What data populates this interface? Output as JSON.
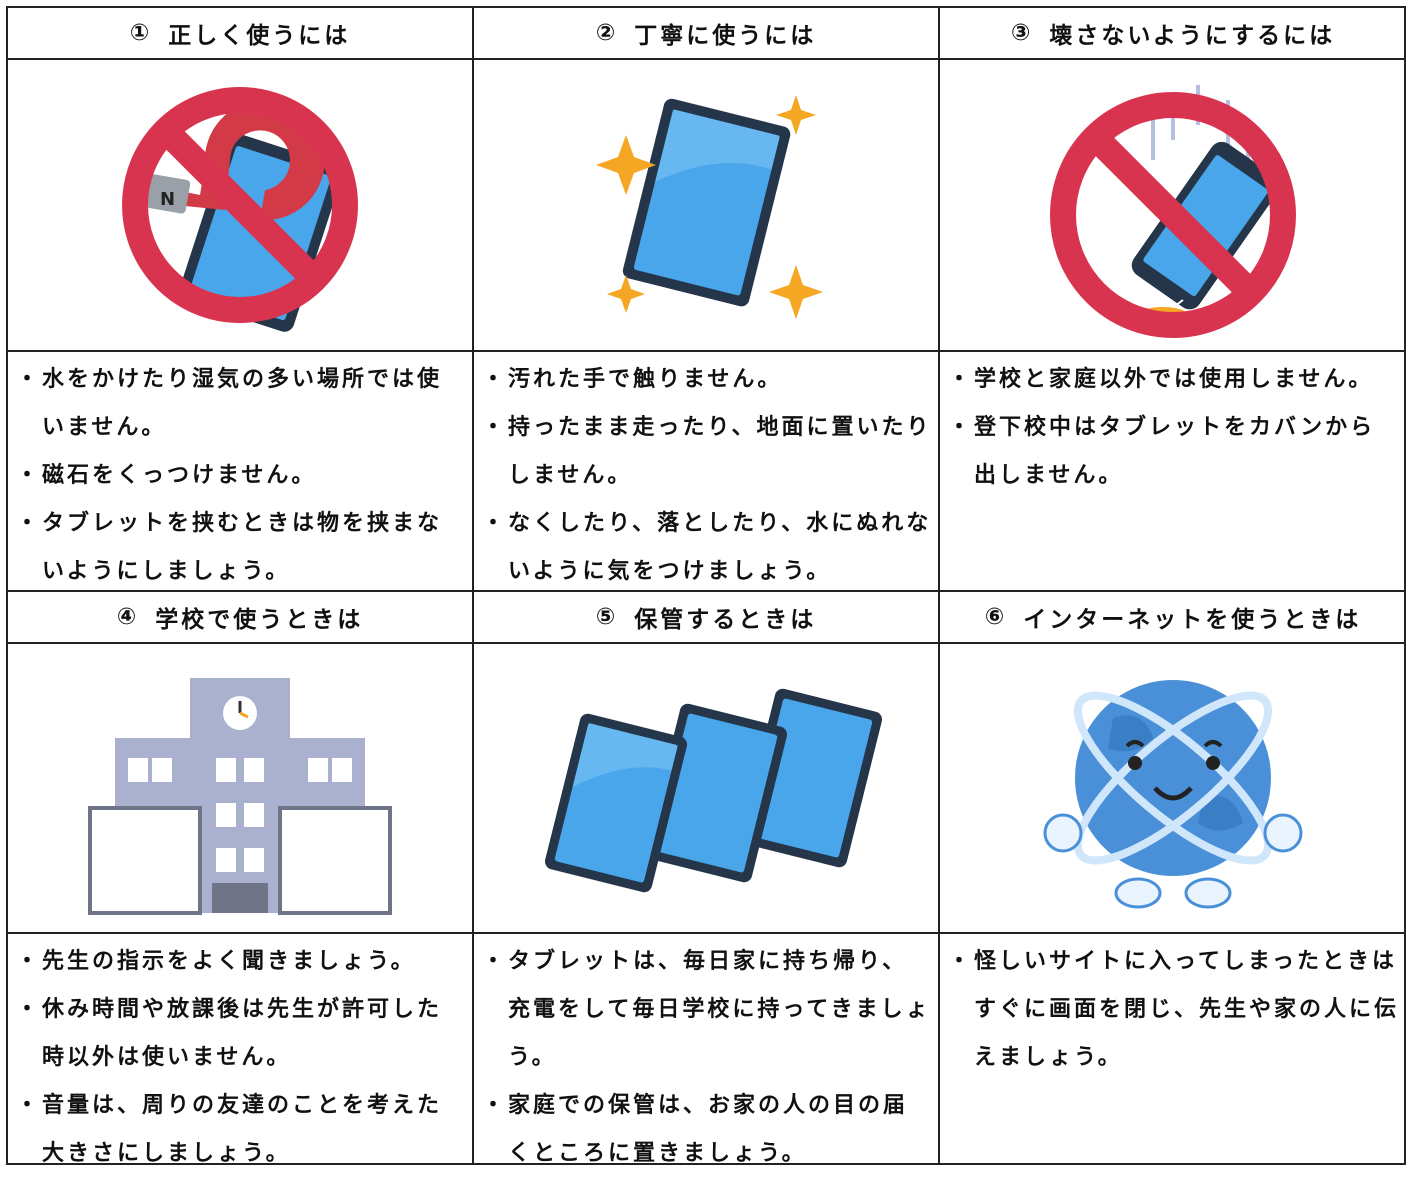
{
  "sections": [
    {
      "number": "①",
      "title": "正しく使うには",
      "image_icon": "no-magnet-on-tablet-icon",
      "bullets": [
        "水をかけたり湿気の多い場所では使いません。",
        "磁石をくっつけません。",
        "タブレットを挟むときは物を挟まないようにしましょう。"
      ]
    },
    {
      "number": "②",
      "title": "丁寧に使うには",
      "image_icon": "sparkling-tablet-icon",
      "bullets": [
        "汚れた手で触りません。",
        "持ったまま走ったり、地面に置いたりしません。",
        "なくしたり、落としたり、水にぬれないように気をつけましょう。"
      ]
    },
    {
      "number": "③",
      "title": "壊さないようにするには",
      "image_icon": "no-dropped-phone-icon",
      "bullets": [
        "学校と家庭以外では使用しません。",
        "登下校中はタブレットをカバンから出しません。"
      ]
    },
    {
      "number": "④",
      "title": "学校で使うときは",
      "image_icon": "school-building-icon",
      "bullets": [
        "先生の指示をよく聞きましょう。",
        "休み時間や放課後は先生が許可した時以外は使いません。",
        "音量は、周りの友達のことを考えた大きさにしましょう。"
      ]
    },
    {
      "number": "⑤",
      "title": "保管するときは",
      "image_icon": "stacked-tablets-icon",
      "bullets": [
        "タブレットは、毎日家に持ち帰り、充電をして毎日学校に持ってきましょう。",
        "家庭での保管は、お家の人の目の届くところに置きましょう。"
      ]
    },
    {
      "number": "⑥",
      "title": "インターネットを使うときは",
      "image_icon": "smiling-globe-icon",
      "bullets": [
        "怪しいサイトに入ってしまったときはすぐに画面を閉じ、先生や家の人に伝えましょう。"
      ]
    }
  ],
  "colors": {
    "prohibition_red": "#d9344f",
    "tablet_blue": "#4aa6ea",
    "tablet_frame": "#26364a",
    "sparkle_orange": "#f5a623",
    "building_gray": "#a9b1cf"
  }
}
